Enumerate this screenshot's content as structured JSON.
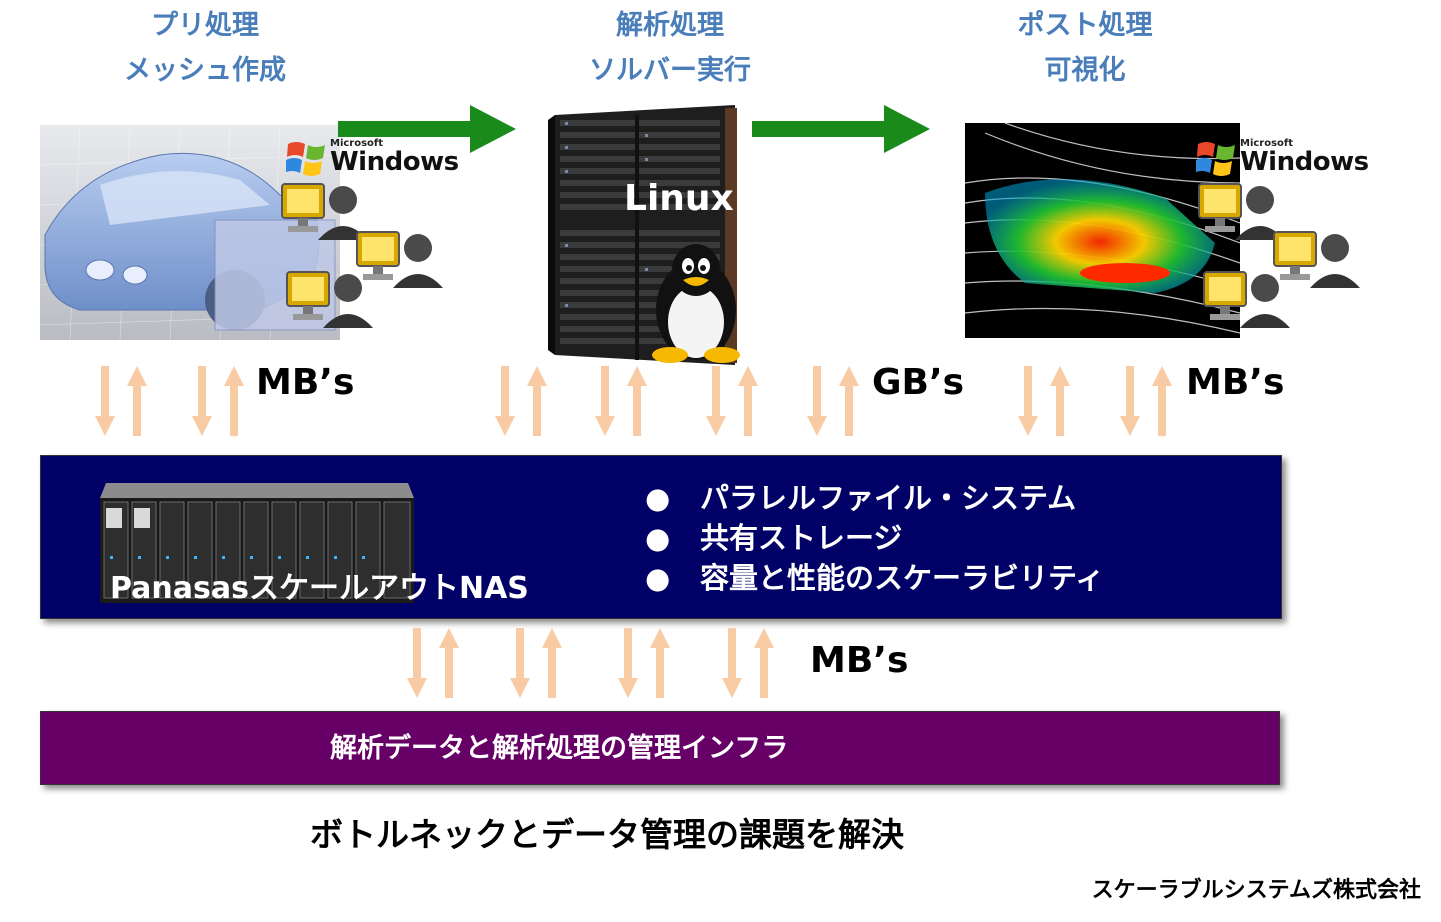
{
  "stages": {
    "pre": {
      "line1": "プリ処理",
      "line2": "メッシュ作成",
      "os": "Windows",
      "os_vendor": "Microsoft"
    },
    "solve": {
      "line1": "解析処理",
      "line2": "ソルバー実行",
      "os": "Linux"
    },
    "post": {
      "line1": "ポスト処理",
      "line2": "可視化",
      "os": "Windows",
      "os_vendor": "Microsoft"
    }
  },
  "rates": {
    "pre": "MB’s",
    "solve": "GB’s",
    "post": "MB’s",
    "storage": "MB’s"
  },
  "nas": {
    "label": "PanasasスケールアウトNAS",
    "features": [
      "パラレルファイル・システム",
      "共有ストレージ",
      "容量と性能のスケーラビリティ"
    ],
    "bullet": "●"
  },
  "infra": {
    "label": "解析データと解析処理の管理インフラ"
  },
  "message": "ボトルネックとデータ管理の課題を解決",
  "company": "スケーラブルシステムズ株式会社",
  "colors": {
    "stage_title": "#4a7ebb",
    "flow_arrow": "#1a8a1a",
    "io_arrow": "#f8cba4",
    "nas_panel": "#000066",
    "infra_panel": "#660066"
  }
}
